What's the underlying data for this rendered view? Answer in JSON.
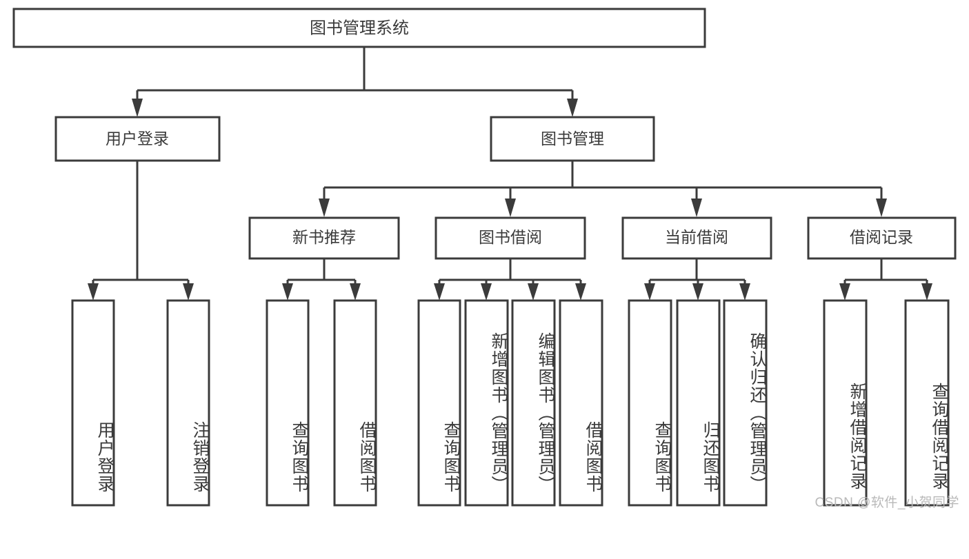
{
  "diagram": {
    "type": "tree-hierarchy",
    "title": "图书管理系统",
    "watermark": "CSDN @软件_小贺同学",
    "colors": {
      "stroke": "#3b3b3b",
      "text": "#3a3a3a",
      "background": "#ffffff",
      "watermark": "#b9b9b9"
    },
    "root": {
      "id": "root",
      "label": "图书管理系统",
      "orientation": "horizontal"
    },
    "level2": [
      {
        "id": "user-login",
        "label": "用户登录",
        "orientation": "horizontal"
      },
      {
        "id": "book-management",
        "label": "图书管理",
        "orientation": "horizontal"
      }
    ],
    "level3": [
      {
        "id": "new-book-recommend",
        "label": "新书推荐",
        "orientation": "horizontal",
        "parent": "book-management"
      },
      {
        "id": "book-borrow",
        "label": "图书借阅",
        "orientation": "horizontal",
        "parent": "book-management"
      },
      {
        "id": "current-borrow",
        "label": "当前借阅",
        "orientation": "horizontal",
        "parent": "book-management"
      },
      {
        "id": "borrow-record",
        "label": "借阅记录",
        "orientation": "horizontal",
        "parent": "book-management"
      }
    ],
    "leaves": [
      {
        "id": "leaf-user-login",
        "label": "用户登录",
        "orientation": "vertical",
        "parent": "user-login"
      },
      {
        "id": "leaf-logout",
        "label": "注销登录",
        "orientation": "vertical",
        "parent": "user-login"
      },
      {
        "id": "leaf-query-book-1",
        "label": "查询图书",
        "orientation": "vertical",
        "parent": "new-book-recommend"
      },
      {
        "id": "leaf-borrow-book-1",
        "label": "借阅图书",
        "orientation": "vertical",
        "parent": "new-book-recommend"
      },
      {
        "id": "leaf-query-book-2",
        "label": "查询图书",
        "orientation": "vertical",
        "parent": "book-borrow"
      },
      {
        "id": "leaf-add-book",
        "label": "新增图书（管理员）",
        "orientation": "vertical",
        "parent": "book-borrow"
      },
      {
        "id": "leaf-edit-book",
        "label": "编辑图书（管理员）",
        "orientation": "vertical",
        "parent": "book-borrow"
      },
      {
        "id": "leaf-borrow-book-2",
        "label": "借阅图书",
        "orientation": "vertical",
        "parent": "book-borrow"
      },
      {
        "id": "leaf-query-book-3",
        "label": "查询图书",
        "orientation": "vertical",
        "parent": "current-borrow"
      },
      {
        "id": "leaf-return-book",
        "label": "归还图书",
        "orientation": "vertical",
        "parent": "current-borrow"
      },
      {
        "id": "leaf-confirm-return",
        "label": "确认归还（管理员）",
        "orientation": "vertical",
        "parent": "current-borrow"
      },
      {
        "id": "leaf-add-record",
        "label": "新增借阅记录",
        "orientation": "vertical",
        "parent": "borrow-record"
      },
      {
        "id": "leaf-query-record",
        "label": "查询借阅记录",
        "orientation": "vertical",
        "parent": "borrow-record"
      }
    ]
  }
}
